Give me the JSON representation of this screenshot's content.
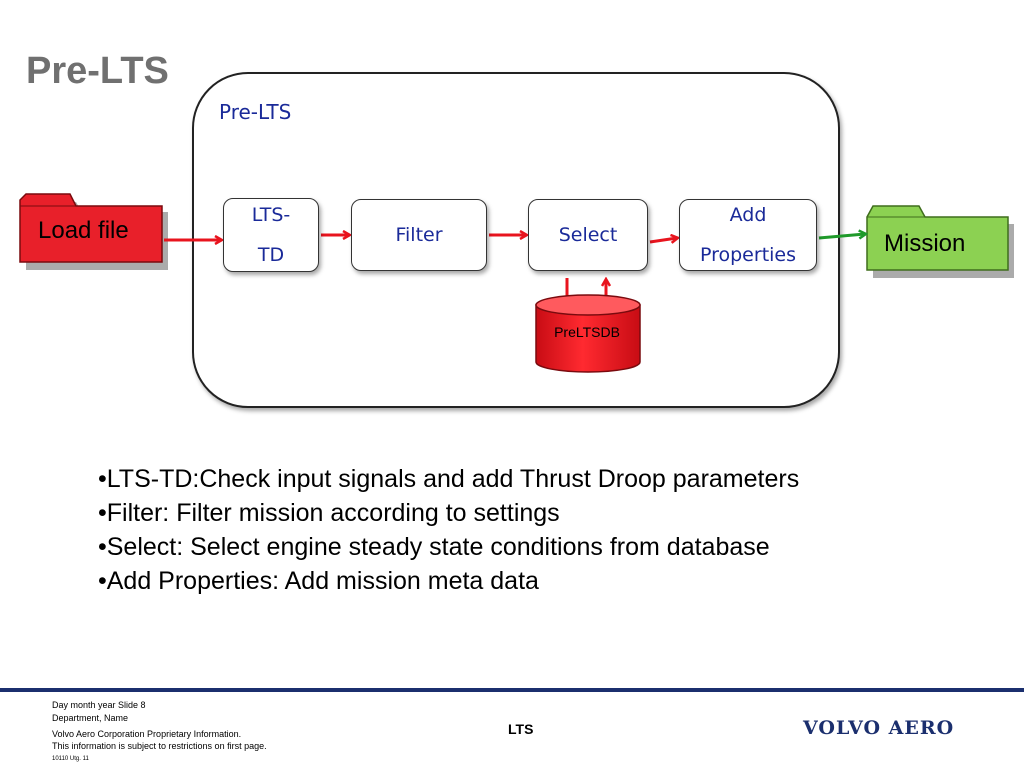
{
  "slide": {
    "title": "Pre-LTS"
  },
  "diagram": {
    "panel_title": "Pre-LTS",
    "input_folder": "Load file",
    "output_folder": "Mission",
    "steps": [
      {
        "line1": "LTS-",
        "line2": "TD"
      },
      {
        "line1": "Filter",
        "line2": ""
      },
      {
        "line1": "Select",
        "line2": ""
      },
      {
        "line1": "Add",
        "line2": "Properties"
      }
    ],
    "database": "PreLTSDB",
    "colors": {
      "step_text": "#1a2a99",
      "input_folder": "#e8202a",
      "output_folder": "#8cd152",
      "red_arrow": "#e8141e",
      "green_arrow": "#1f9a2a",
      "database": "#e8141e"
    }
  },
  "bullets": [
    "•LTS-TD:Check input signals and add Thrust Droop parameters",
    "•Filter: Filter mission according to settings",
    "•Select: Select engine steady state conditions from database",
    "•Add Properties: Add mission meta data"
  ],
  "footer": {
    "date_slide": "Day month year   Slide 8",
    "department": "Department, Name",
    "info_line1": "Volvo Aero Corporation Proprietary Information.",
    "info_line2": "This information is subject to restrictions on first page.",
    "doc_code": "10110 Utg. 11",
    "center_text": "LTS",
    "brand": "VOLVO AERO",
    "brand_color": "#1b2f6e"
  }
}
